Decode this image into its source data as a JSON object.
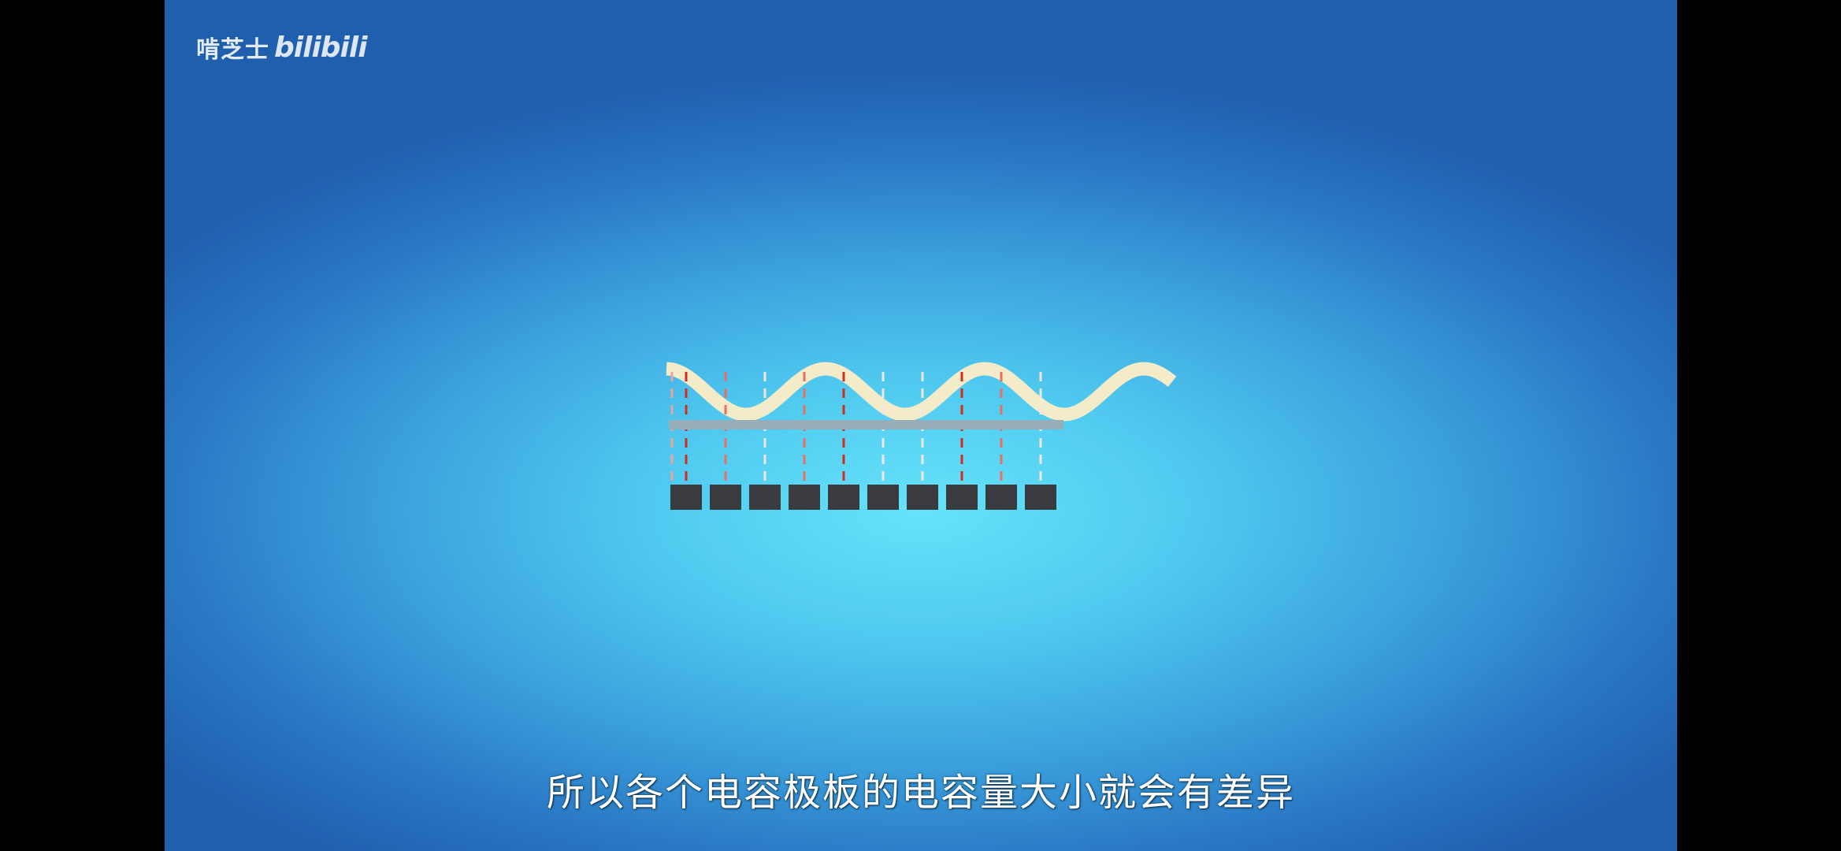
{
  "watermark": {
    "channel": "啃芝士",
    "platform": "bilibili"
  },
  "subtitle": "所以各个电容极板的电容量大小就会有差异",
  "colors": {
    "wave": "#f4ebc8",
    "plate": "#97adb9",
    "sensor": "#3a3b3e",
    "line_strong": "#d42d1c",
    "line_medium": "#ea6f60",
    "line_light": "#f2e6e2",
    "line_pale": "#e8a59b"
  },
  "sensor_count": 10,
  "coupling_lines": [
    "pale",
    "strong",
    "medium",
    "light",
    "medium",
    "strong",
    "light",
    "light",
    "strong",
    "medium",
    "light"
  ]
}
